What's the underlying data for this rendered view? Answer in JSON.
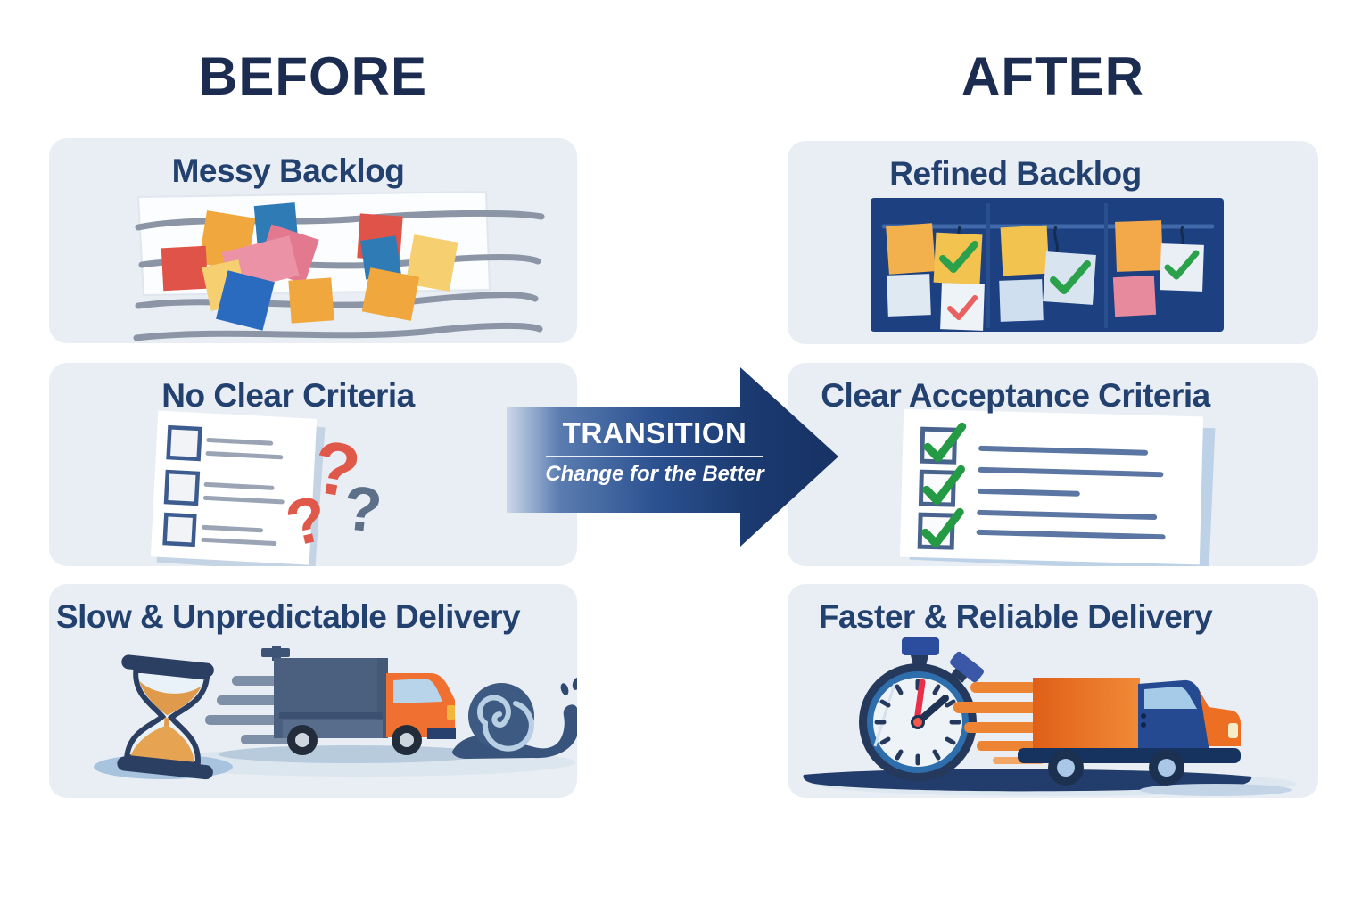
{
  "headers": {
    "before": "BEFORE",
    "after": "AFTER"
  },
  "transition": {
    "title": "TRANSITION",
    "subtitle": "Change for the Better"
  },
  "before": {
    "cards": [
      {
        "title": "Messy Backlog",
        "illustration": "scattered-sticky-notes-whiteboard"
      },
      {
        "title": "No Clear Criteria",
        "illustration": "empty-checklist-question-marks",
        "question_marks": [
          "?",
          "?",
          "?"
        ]
      },
      {
        "title": "Slow & Unpredictable Delivery",
        "illustration": "hourglass-truck-snail"
      }
    ]
  },
  "after": {
    "cards": [
      {
        "title": "Refined Backlog",
        "illustration": "organized-kanban-board-checked-notes"
      },
      {
        "title": "Clear Acceptance Criteria",
        "illustration": "checklist-green-checkmarks"
      },
      {
        "title": "Faster & Reliable Delivery",
        "illustration": "stopwatch-fast-truck"
      }
    ]
  },
  "palette": {
    "page_bg": "#ffffff",
    "card_bg": "#e9edf4",
    "heading": "#1b2c50",
    "card_title": "#23416f",
    "arrow_dark": "#1b3a70",
    "arrow_light": "#ccd8ea",
    "board_navy": "#1d4080",
    "accent_orange": "#ef7030",
    "accent_red": "#e05348",
    "accent_green": "#2ba14b",
    "slate_blue": "#4b607f"
  }
}
